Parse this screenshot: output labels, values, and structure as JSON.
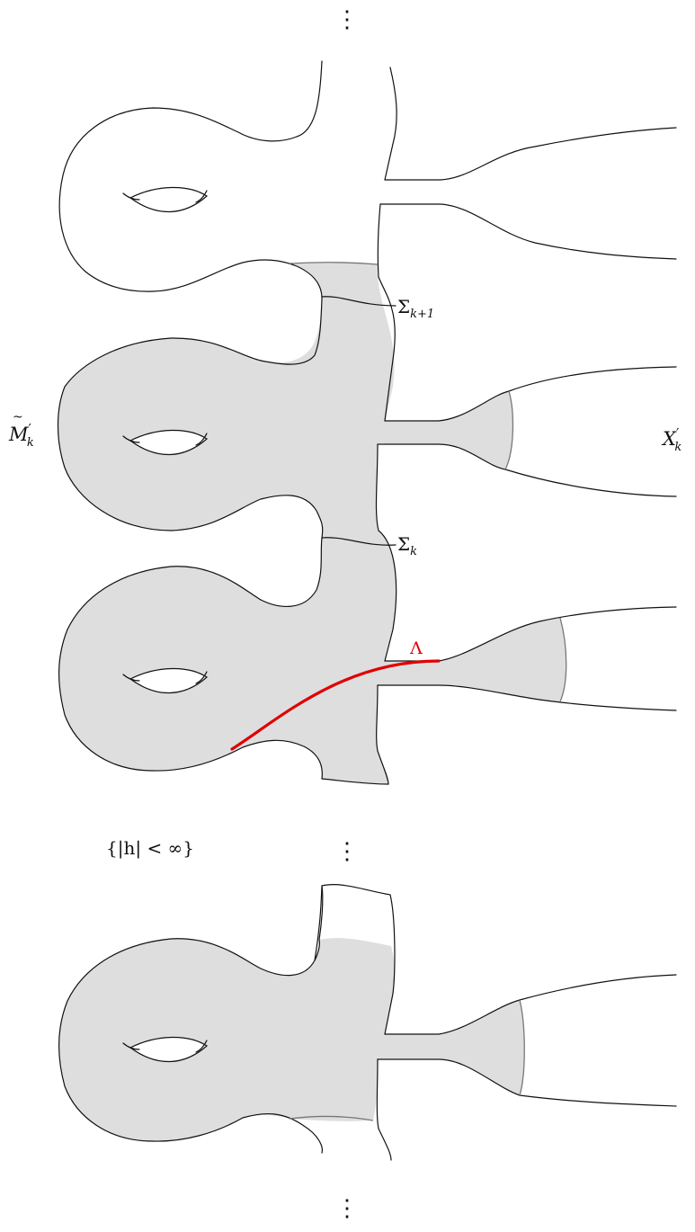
{
  "labels": {
    "sigma_k_plus_1": {
      "main": "Σ",
      "sub": "k+1"
    },
    "sigma_k": {
      "main": "Σ",
      "sub": "k"
    },
    "m_tilde": {
      "main": "M",
      "accent": "~",
      "prime": "′",
      "sub": "k"
    },
    "x_prime": {
      "main": "X",
      "prime": "′",
      "sub": "k"
    },
    "lambda": "Λ",
    "h_finite_region": "{|h| < ∞}",
    "ellipsis": "⋮"
  },
  "colors": {
    "surface_line": "#111111",
    "shaded_region": "#dedede",
    "boundary_grey": "#777777",
    "lambda_curve": "#e00000"
  }
}
